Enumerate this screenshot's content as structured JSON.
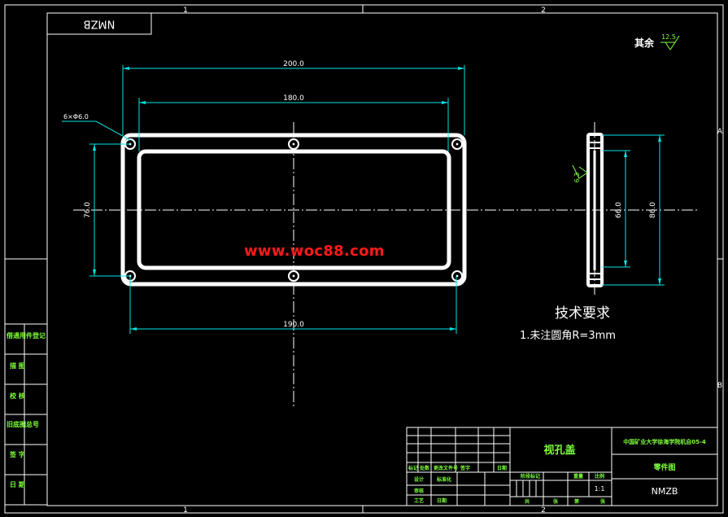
{
  "drawing_code_box": "NMZB",
  "zone_labels": {
    "col1": "1",
    "col2": "2",
    "rowA": "A",
    "rowB": "B"
  },
  "roughness": {
    "label": "其余",
    "value": "12.5"
  },
  "surface_note_value": "6.3",
  "dimensions": {
    "overall_length": "200.0",
    "hole_spacing_top": "180.0",
    "hole_spacing_bottom": "190.0",
    "height_left": "76.0",
    "hole_callout": "6×Φ6.0",
    "side_inner": "66.0",
    "side_outer": "86.0"
  },
  "tech_requirements": {
    "title": "技术要求",
    "item1": "1.未注圆角R=3mm"
  },
  "left_panel": [
    "借通用件登记",
    "描 图",
    "校 核",
    "旧底图总号",
    "签 字",
    "日 期"
  ],
  "title_block": {
    "part_name": "视孔盖",
    "institution": "中国矿业大学徐海学院机自05-4",
    "drawing_type": "零件图",
    "drawing_code": "NMZB",
    "row_labels": [
      "标记",
      "处数",
      "更改文件号",
      "签字",
      "日期"
    ],
    "role_labels": [
      "设计",
      "标准化",
      "审核",
      "工艺",
      "日期"
    ],
    "header_labels": [
      "阶段标记",
      "重量",
      "比例"
    ],
    "scale": "1:1",
    "sheet_labels": [
      "共",
      "张",
      "第",
      "张"
    ]
  },
  "watermark": "www.woc88.com",
  "colors": {
    "background": "#000000",
    "frame": "#ffffff",
    "dimension": "#00e5e5",
    "text_green": "#7dff3c",
    "outline": "#ffffff",
    "watermark": "#ff1a1a"
  }
}
